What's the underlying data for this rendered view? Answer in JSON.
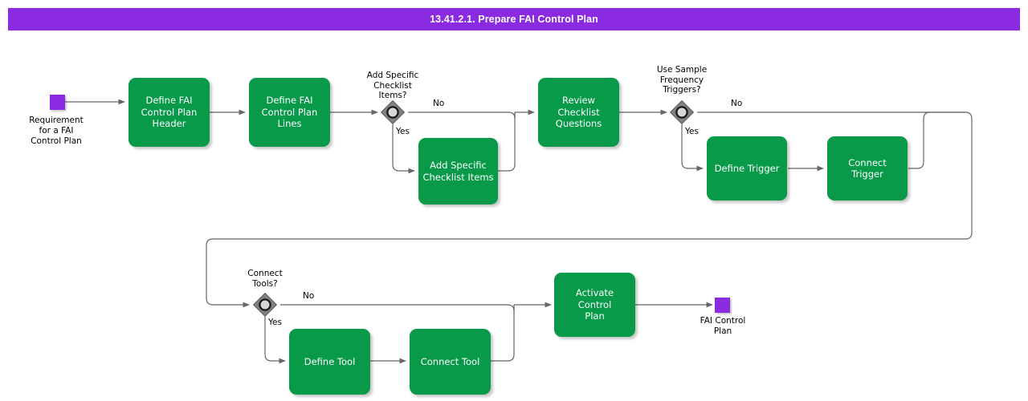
{
  "header": {
    "title": "13.41.2.1. Prepare FAI Control Plan",
    "bar_color": "#8A2BE2"
  },
  "theme": {
    "task_fill": "#089949",
    "task_text": "#FFFFFF",
    "event_fill": "#8A2BE2",
    "gateway_fill": "#808080",
    "connector": "#666666",
    "label_text": "#000000"
  },
  "diagram": {
    "type": "flowchart",
    "start_event": {
      "name": "requirement-for-fai-control-plan",
      "label": "Requirement\nfor a FAI\nControl Plan"
    },
    "end_event": {
      "name": "fai-control-plan",
      "label": "FAI Control\nPlan"
    },
    "tasks": [
      {
        "id": "define-fai-control-plan-header",
        "label": "Define FAI\nControl Plan\nHeader"
      },
      {
        "id": "define-fai-control-plan-lines",
        "label": "Define FAI\nControl Plan\nLines"
      },
      {
        "id": "add-specific-checklist-items",
        "label": "Add Specific\nChecklist Items"
      },
      {
        "id": "review-checklist-questions",
        "label": "Review\nChecklist\nQuestions"
      },
      {
        "id": "define-trigger",
        "label": "Define Trigger"
      },
      {
        "id": "connect-trigger",
        "label": "Connect Trigger"
      },
      {
        "id": "define-tool",
        "label": "Define Tool"
      },
      {
        "id": "connect-tool",
        "label": "Connect Tool"
      },
      {
        "id": "activate-control-plan",
        "label": "Activate Control\nPlan"
      }
    ],
    "gateways": [
      {
        "id": "add-specific-checklist-items-gateway",
        "label": "Add Specific\nChecklist\nItems?",
        "yes": "Yes",
        "no": "No"
      },
      {
        "id": "use-sample-frequency-triggers-gateway",
        "label": "Use Sample\nFrequency\nTriggers?",
        "yes": "Yes",
        "no": "No"
      },
      {
        "id": "connect-tools-gateway",
        "label": "Connect\nTools?",
        "yes": "Yes",
        "no": "No"
      }
    ]
  }
}
